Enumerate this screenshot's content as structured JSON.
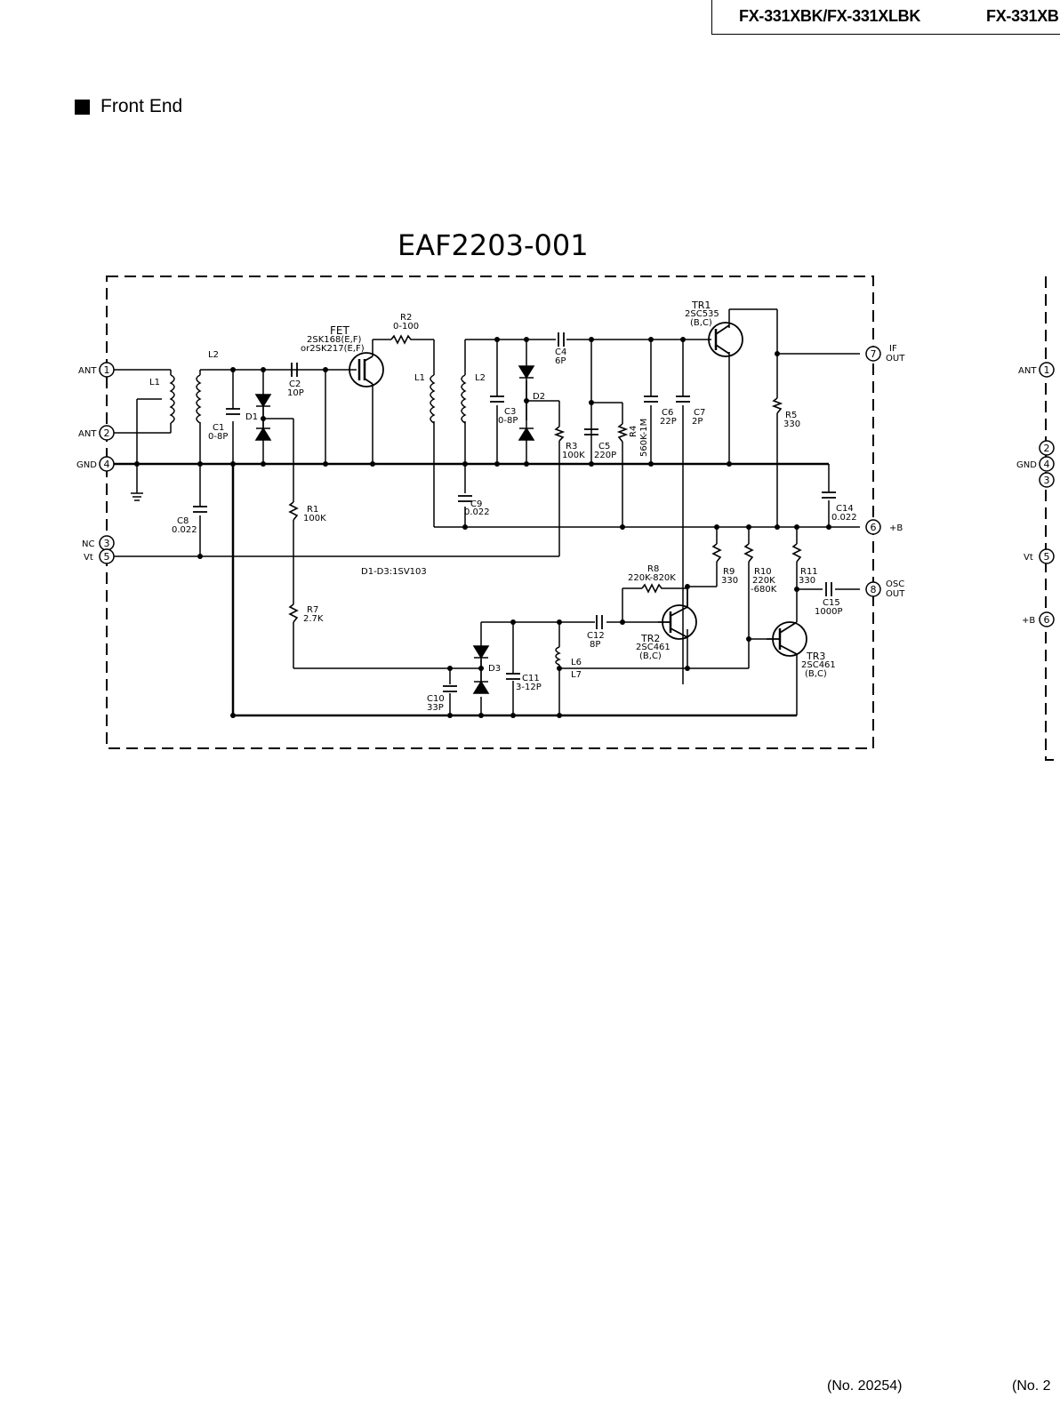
{
  "header": {
    "model": "FX-331XBK/FX-331XLBK",
    "model_next": "FX-331XB"
  },
  "section": {
    "title": "Front End"
  },
  "diagram": {
    "part_number": "EAF2203-001",
    "pins": {
      "ant1": "ANT",
      "ant2": "ANT",
      "gnd": "GND",
      "nc": "NC",
      "vt": "Vt",
      "if_out_1": "IF",
      "if_out_2": "OUT",
      "plus_b": "+B",
      "osc_out_1": "OSC",
      "osc_out_2": "OUT",
      "n1": "1",
      "n2": "2",
      "n4": "4",
      "n3": "3",
      "n5": "5",
      "n7": "7",
      "n6": "6",
      "n8": "8"
    },
    "components": {
      "l1a": "L1",
      "l2a": "L2",
      "c1": "C1",
      "c1v": "0-8P",
      "d1": "D1",
      "c2": "C2",
      "c2v": "10P",
      "fet": "FET",
      "fet_part1": "2SK168(E,F)",
      "fet_part2": "or2SK217(E,F)",
      "r2": "R2",
      "r2v": "0-100",
      "l1b": "L1",
      "l2b": "L2",
      "c3": "C3",
      "c3v": "0-8P",
      "d2": "D2",
      "c4": "C4",
      "c4v": "6P",
      "r3": "R3",
      "r3v": "100K",
      "c5": "C5",
      "c5v": "220P",
      "r4": "R4",
      "r4v": "560K-1M",
      "c6": "C6",
      "c6v": "22P",
      "c7": "C7",
      "c7v": "2P",
      "tr1": "TR1",
      "tr1p": "2SC535",
      "tr1s": "(B,C)",
      "r5": "R5",
      "r5v": "330",
      "c8": "C8",
      "c8v": "0.022",
      "c9": "C9",
      "c9v": "0.022",
      "c14": "C14",
      "c14v": "0.022",
      "r1": "R1",
      "r1v": "100K",
      "r7": "R7",
      "r7v": "2.7K",
      "diodes_note": "D1-D3:1SV103",
      "r8": "R8",
      "r8v": "220K-820K",
      "r9": "R9",
      "r9v": "330",
      "r10": "R10",
      "r10v1": "220K",
      "r10v2": "-680K",
      "r11": "R11",
      "r11v": "330",
      "c15": "C15",
      "c15v": "1000P",
      "c12": "C12",
      "c12v": "8P",
      "tr2": "TR2",
      "tr2p": "2SC461",
      "tr2s": "(B,C)",
      "tr3": "TR3",
      "tr3p": "2SC461",
      "tr3s": "(B,C)",
      "d3": "D3",
      "c11": "C11",
      "c11v": "3-12P",
      "l6": "L6",
      "l7": "L7",
      "c10": "C10",
      "c10v": "33P"
    },
    "next_page_pins": {
      "ant": "ANT",
      "gnd": "GND",
      "vt": "Vt",
      "plus_b": "+B",
      "n1": "1",
      "n2": "2",
      "n4": "4",
      "n3": "3",
      "n5": "5",
      "n6": "6"
    }
  },
  "footer": {
    "page": "(No. 20254)",
    "page_next": "(No. 2"
  }
}
